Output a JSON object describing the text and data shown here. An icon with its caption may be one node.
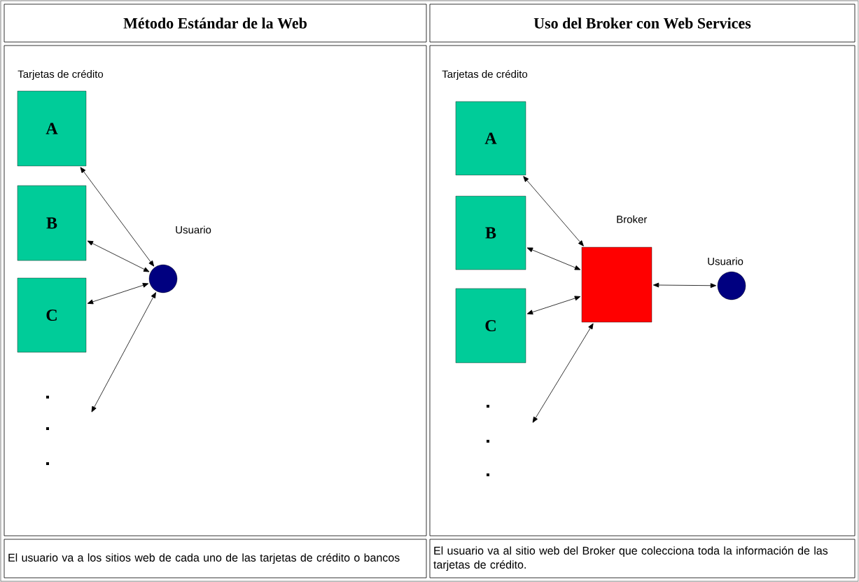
{
  "diagram": {
    "nodes": [
      {
        "text": [
          "A"
        ]
      },
      {
        "text": [
          "B"
        ]
      },
      {
        "text": [
          "C"
        ]
      },
      {
        "text": [],
        "shape": "circle",
        "beside": [
          "Usuario"
        ]
      },
      {
        "text": [
          "A"
        ]
      },
      {
        "text": [
          "B"
        ]
      },
      {
        "text": [
          "C"
        ]
      },
      {
        "text": [],
        "shape": "box",
        "beside": [
          "Broker"
        ]
      },
      {
        "text": [],
        "shape": "circle",
        "beside": [
          "Usuario"
        ]
      }
    ],
    "edges": [
      {
        "from": 0,
        "to": 3,
        "arrow": "both"
      },
      {
        "from": 1,
        "to": 3,
        "arrow": "both"
      },
      {
        "from": 2,
        "to": 3,
        "arrow": "both"
      },
      {
        "from": 3,
        "to": null,
        "arrow": "both"
      },
      {
        "from": 4,
        "to": 7,
        "arrow": "both"
      },
      {
        "from": 5,
        "to": 7,
        "arrow": "both"
      },
      {
        "from": 6,
        "to": 7,
        "arrow": "both"
      },
      {
        "from": 7,
        "to": null,
        "arrow": "both"
      },
      {
        "from": 7,
        "to": 8,
        "arrow": "both"
      }
    ],
    "labels": [
      "Método Estándar de la Web",
      "Uso del Broker con Web Services",
      "Tarjetas de crédito",
      "Tarjetas de crédito",
      "El usuario va a los sitios web de cada uno de las tarjetas de crédito o bancos",
      "El usuario va al sitio web del Broker que colecciona toda la información de las tarjetas de crédito."
    ]
  }
}
